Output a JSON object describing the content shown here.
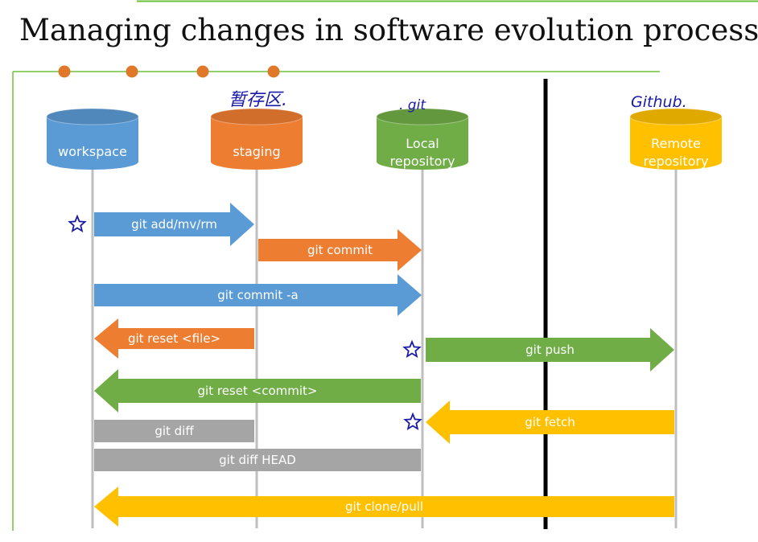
{
  "title": "Managing changes in software evolution process",
  "colors": {
    "workspace": "#5b9bd5",
    "staging": "#ed7d31",
    "local": "#70ad47",
    "remote": "#ffc000",
    "gray": "#a5a5a5",
    "accent_line": "#6dc03c",
    "bullet": "#e0782a",
    "handwriting": "#1a1aa8"
  },
  "columns": [
    {
      "id": "workspace",
      "lines": [
        "workspace"
      ],
      "color": "#5b9bd5"
    },
    {
      "id": "staging",
      "lines": [
        "staging"
      ],
      "color": "#ed7d31"
    },
    {
      "id": "local",
      "lines": [
        "Local",
        "repository"
      ],
      "color": "#70ad47"
    },
    {
      "id": "remote",
      "lines": [
        "Remote",
        "repository"
      ],
      "color": "#ffc000"
    }
  ],
  "annotations": [
    {
      "id": "staging-note",
      "text": "暂存区."
    },
    {
      "id": "git-note",
      "text": ". git"
    },
    {
      "id": "github-note",
      "text": "Github."
    }
  ],
  "operations": [
    {
      "id": "add",
      "label": "git add/mv/rm",
      "from": "workspace",
      "to": "staging",
      "kind": "arrow",
      "color": "#5b9bd5",
      "star": true
    },
    {
      "id": "commit",
      "label": "git commit",
      "from": "staging",
      "to": "local",
      "kind": "arrow",
      "color": "#ed7d31",
      "star": false
    },
    {
      "id": "commit-a",
      "label": "git commit -a",
      "from": "workspace",
      "to": "local",
      "kind": "arrow",
      "color": "#5b9bd5",
      "star": false
    },
    {
      "id": "reset-file",
      "label": "git reset <file>",
      "from": "staging",
      "to": "workspace",
      "kind": "arrow",
      "color": "#ed7d31",
      "star": false
    },
    {
      "id": "push",
      "label": "git push",
      "from": "local",
      "to": "remote",
      "kind": "arrow",
      "color": "#70ad47",
      "star": true
    },
    {
      "id": "reset-commit",
      "label": "git reset <commit>",
      "from": "local",
      "to": "workspace",
      "kind": "arrow",
      "color": "#70ad47",
      "star": false
    },
    {
      "id": "diff",
      "label": "git diff",
      "from": "workspace",
      "to": "staging",
      "kind": "bar",
      "color": "#a5a5a5",
      "star": false
    },
    {
      "id": "fetch",
      "label": "git fetch",
      "from": "remote",
      "to": "local",
      "kind": "arrow",
      "color": "#ffc000",
      "star": true
    },
    {
      "id": "diff-head",
      "label": "git diff HEAD",
      "from": "workspace",
      "to": "local",
      "kind": "bar",
      "color": "#a5a5a5",
      "star": false
    },
    {
      "id": "clone-pull",
      "label": "git clone/pull",
      "from": "remote",
      "to": "workspace",
      "kind": "arrow",
      "color": "#ffc000",
      "star": false
    }
  ]
}
